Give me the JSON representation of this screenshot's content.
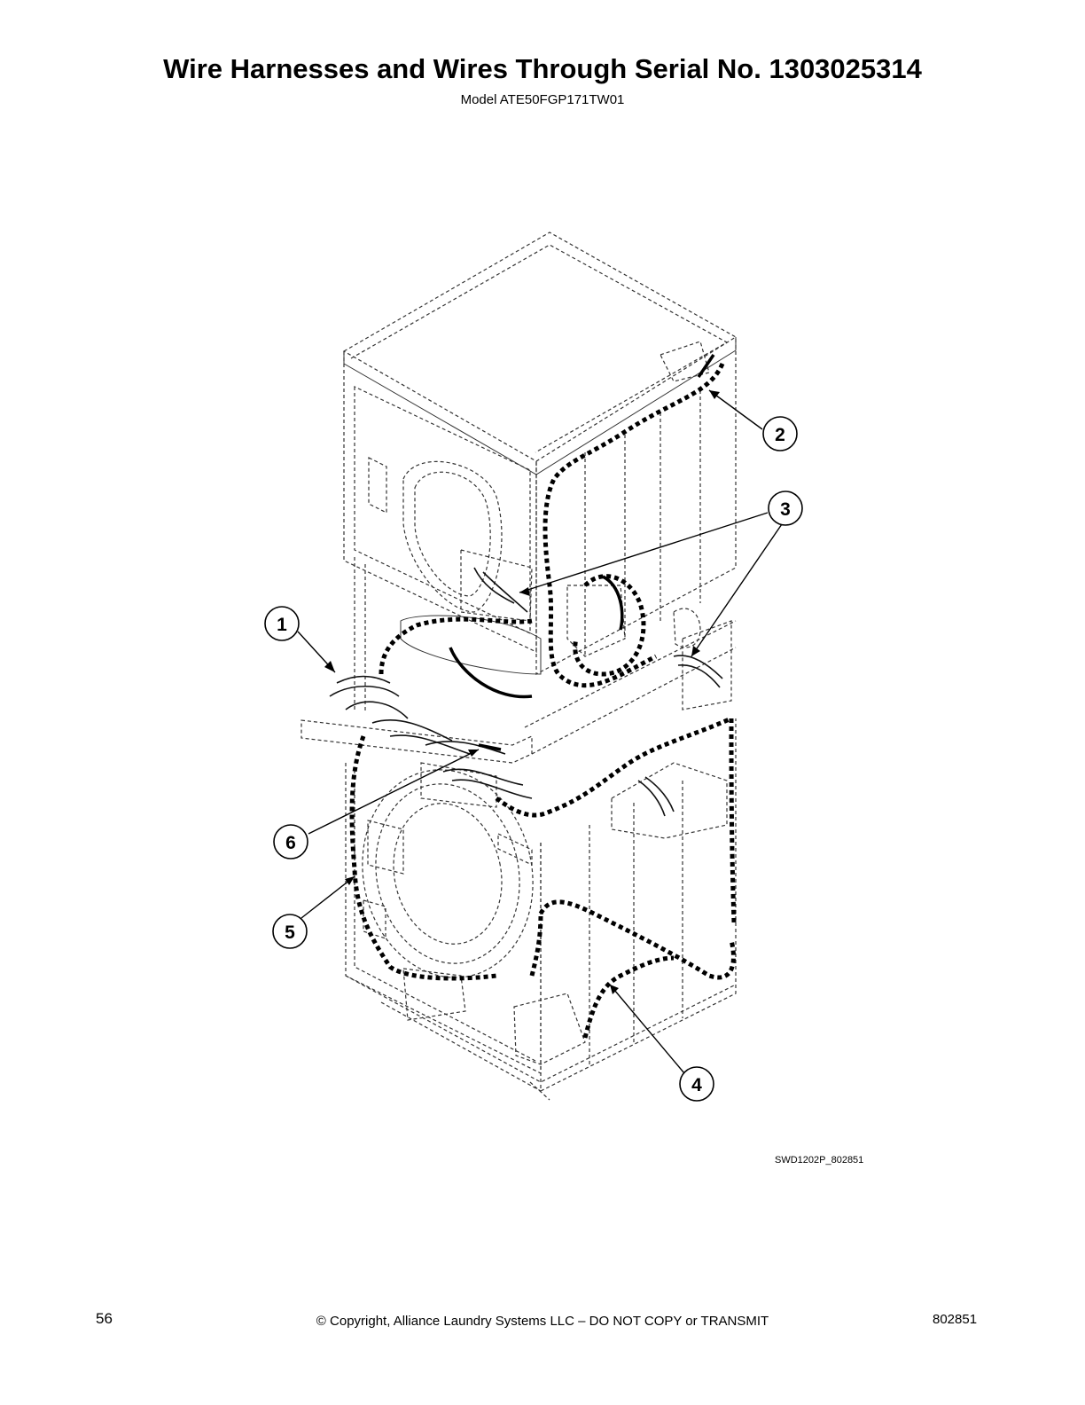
{
  "page": {
    "title": "Wire Harnesses and Wires Through Serial No. 1303025314",
    "subtitle": "Model ATE50FGP171TW01",
    "figure_code": "SWD1202P_802851",
    "page_number": "56",
    "copyright": "© Copyright, Alliance Laundry Systems LLC – DO NOT COPY or TRANSMIT",
    "doc_number": "802851"
  },
  "callouts": [
    {
      "id": "1",
      "label": "1"
    },
    {
      "id": "2",
      "label": "2"
    },
    {
      "id": "3",
      "label": "3"
    },
    {
      "id": "4",
      "label": "4"
    },
    {
      "id": "5",
      "label": "5"
    },
    {
      "id": "6",
      "label": "6"
    }
  ]
}
